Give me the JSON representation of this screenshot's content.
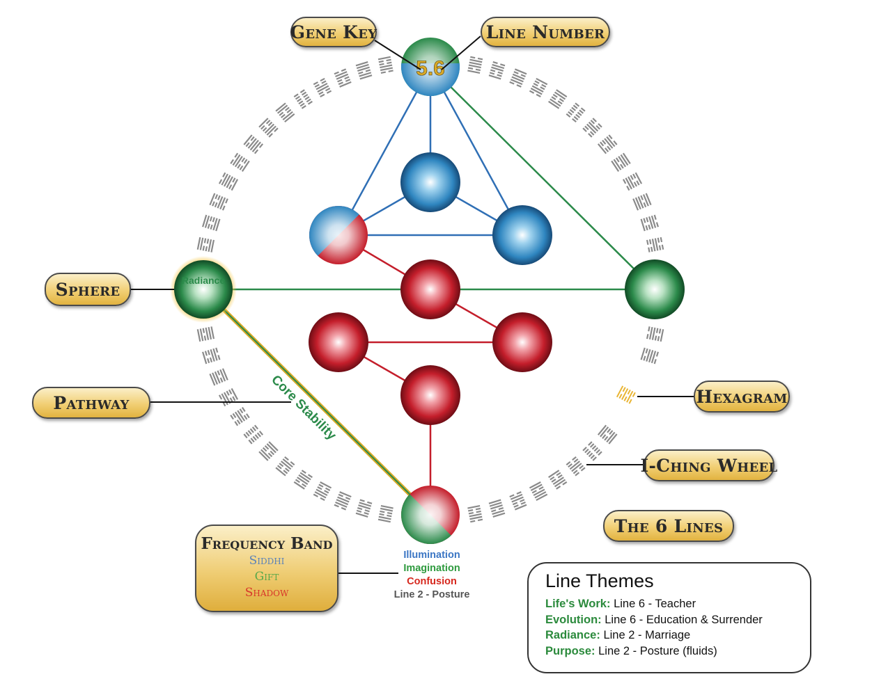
{
  "callouts": {
    "gene_key": "Gene Key",
    "line_number": "Line Number",
    "sphere": "Sphere",
    "pathway": "Pathway",
    "hexagram": "Hexagram",
    "iching_wheel": "I-Ching Wheel",
    "six_lines": "The 6 Lines"
  },
  "gene_key_value": "5.6",
  "sphere_label": "Radiance",
  "pathway_label": "Core Stability",
  "frequency_band": {
    "title": "Frequency Band",
    "bands": [
      {
        "label": "Siddhi",
        "color": "#5b82b8"
      },
      {
        "label": "Gift",
        "color": "#58a84a"
      },
      {
        "label": "Shadow",
        "color": "#d8352a"
      }
    ]
  },
  "bottom_sphere_labels": [
    {
      "text": "Illumination",
      "color": "#3b76c4"
    },
    {
      "text": "Imagination",
      "color": "#2e9a3e"
    },
    {
      "text": "Confusion",
      "color": "#d6281e"
    },
    {
      "text": "Line 2 - Posture",
      "color": "#555555"
    }
  ],
  "line_themes": {
    "title": "Line Themes",
    "items": [
      {
        "key": "Life's Work:",
        "value": "Line 6 - Teacher"
      },
      {
        "key": "Evolution:",
        "value": "Line 6 - Education & Surrender"
      },
      {
        "key": "Radiance:",
        "value": "Line 2 - Marriage"
      },
      {
        "key": "Purpose:",
        "value": "Line 2 - Posture (fluids)"
      }
    ]
  },
  "colors": {
    "blue": "#2f86c0",
    "red": "#c41e2b",
    "green": "#2b8a4a",
    "gold": "#e5b544",
    "highlight_hexagram": "#e9b534",
    "wheel_hexagram": "#8a8a8a"
  }
}
